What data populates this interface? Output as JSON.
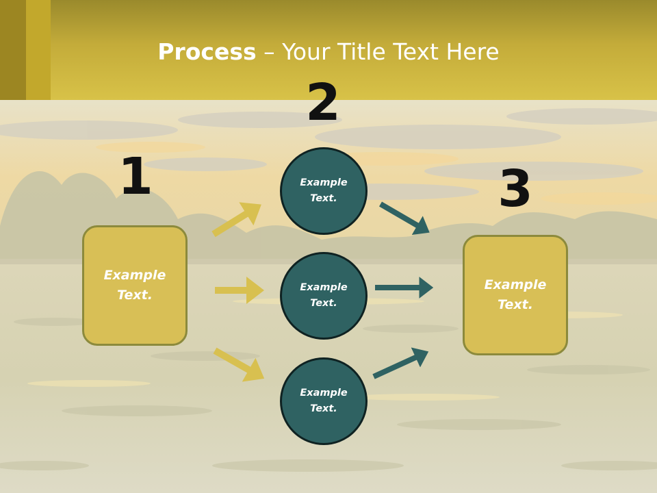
{
  "title": {
    "bold": "Process",
    "rest": " – Your Title Text Here"
  },
  "steps": [
    {
      "number": "1",
      "boxes": [
        "Example\nText."
      ]
    },
    {
      "number": "2",
      "circles": [
        "Example\nText.",
        "Example\nText.",
        "Example\nText."
      ]
    },
    {
      "number": "3",
      "boxes": [
        "Example\nText."
      ]
    }
  ],
  "colors": {
    "header": "#d8c248",
    "box_fill": "#d8bf56",
    "box_border": "#8c8a3c",
    "circle_fill": "#2f6262",
    "arrow_gold": "#d8c050",
    "arrow_teal": "#2f6262"
  }
}
